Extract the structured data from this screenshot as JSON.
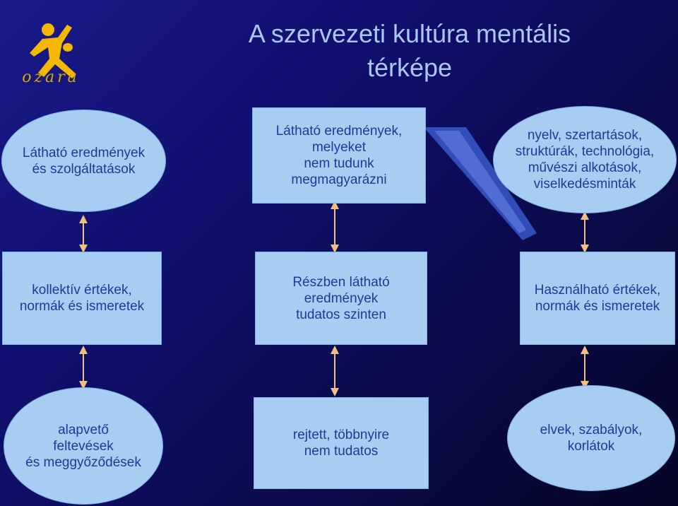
{
  "title": "A szervezeti kultúra mentális\ntérképe",
  "logo": {
    "word": "ozara"
  },
  "nodes": {
    "row1": {
      "left": "Látható eredmények\nés szolgáltatások",
      "center": "Látható eredmények,\nmelyeket\nnem tudunk\nmegmagyarázni",
      "right": "nyelv, szertartások,\nstruktúrák, technológia,\nművészi alkotások,\nviselkedésminták"
    },
    "row2": {
      "left": "kollektív értékek,\nnormák és ismeretek",
      "center": "Részben látható\neredmények\ntudatos szinten",
      "right": "Használható értékek,\nnormák és ismeretek"
    },
    "row3": {
      "left": "alapvető\nfeltevések\nés meggyőződések",
      "center": "rejtett, többnyire\nnem tudatos",
      "right": "elvek, szabályok,\nkorlátok"
    }
  },
  "colors": {
    "node_fill": "#a7cdf2",
    "node_text": "#1e3a96",
    "title": "#a9c7f2",
    "connector": "#f0c080",
    "logo": "#f4b800"
  }
}
